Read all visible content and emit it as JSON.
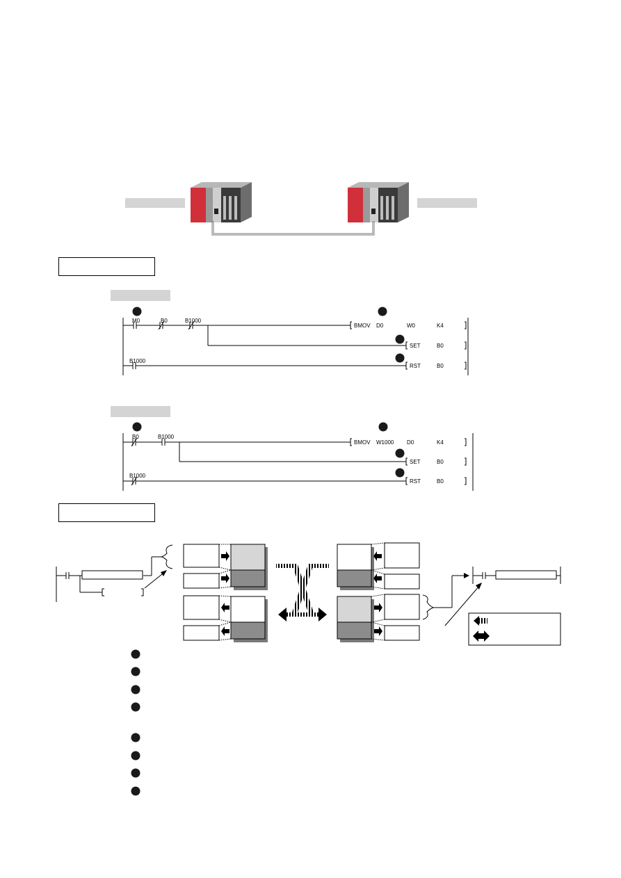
{
  "colors": {
    "plc_red": "#d12f3a",
    "plc_body": "#8a8a8a",
    "label_bar": "#d4d4d4",
    "device_light": "#d6d6d6",
    "device_dark": "#8c8c8c",
    "marker": "#1a1a1a"
  },
  "station1_program": {
    "rung1": {
      "contacts": [
        "M0",
        "B0",
        "B1000"
      ],
      "instruction": {
        "mnemonic": "BMOV",
        "op1": "D0",
        "op2": "W0",
        "op3": "K4"
      }
    },
    "rung1_branch": {
      "mnemonic": "SET",
      "op1": "B0"
    },
    "rung2": {
      "contact": "B1000",
      "mnemonic": "RST",
      "op1": "B0"
    }
  },
  "station2_program": {
    "rung1": {
      "contacts": [
        "B0",
        "B1000"
      ],
      "instruction": {
        "mnemonic": "BMOV",
        "op1": "W1000",
        "op2": "D0",
        "op3": "K4"
      }
    },
    "rung1_branch": {
      "mnemonic": "SET",
      "op1": "B0"
    },
    "rung2": {
      "contact": "B1000",
      "mnemonic": "RST",
      "op1": "B0"
    }
  }
}
